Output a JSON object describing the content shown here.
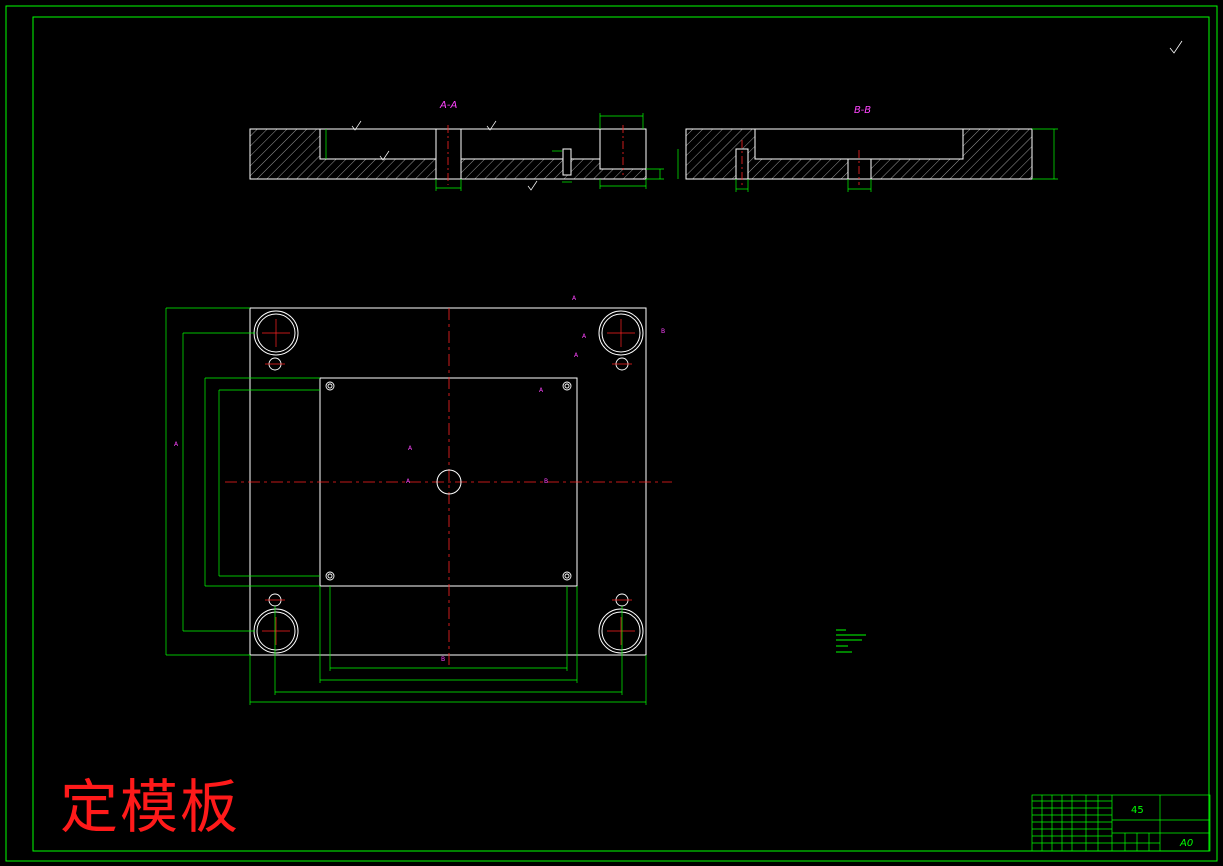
{
  "drawing": {
    "title": "定模板",
    "section_labels": {
      "aa": "A-A",
      "bb": "B-B"
    },
    "section_markers": [
      "A",
      "A",
      "A",
      "A",
      "A",
      "A",
      "A",
      "B",
      "B",
      "B"
    ],
    "title_block": {
      "material": "45",
      "sheet_size": "A0"
    }
  },
  "colors": {
    "background": "#000000",
    "outline": "#ffffff",
    "dimension": "#00ff00",
    "centerline": "#ff2222",
    "section_label": "#ff44ff",
    "title_text": "#ff1a1a"
  }
}
